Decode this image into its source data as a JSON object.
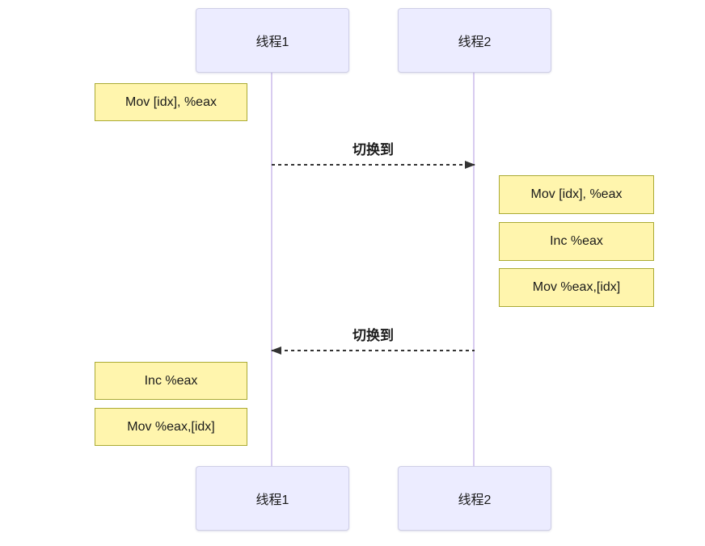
{
  "diagram": {
    "type": "sequence-diagram",
    "colors": {
      "background": "#FFFFFF",
      "actor_fill": "#ECECFF",
      "actor_border": "#CFCFE6",
      "lifeline": "#D8CCF0",
      "note_fill": "#FFF5AD",
      "note_border": "#AAAA33",
      "message_line": "#333333",
      "text": "#1A1A1A"
    },
    "actors": [
      {
        "label": "线程1"
      },
      {
        "label": "线程2"
      }
    ],
    "notes": [
      {
        "text": "Mov [idx], %eax",
        "side": "left",
        "actor": "线程1"
      },
      {
        "text": "Mov [idx], %eax",
        "side": "right",
        "actor": "线程2"
      },
      {
        "text": "Inc %eax",
        "side": "right",
        "actor": "线程2"
      },
      {
        "text": "Mov %eax,[idx]",
        "side": "right",
        "actor": "线程2"
      },
      {
        "text": "Inc %eax",
        "side": "left",
        "actor": "线程1"
      },
      {
        "text": "Mov %eax,[idx]",
        "side": "left",
        "actor": "线程1"
      }
    ],
    "messages": [
      {
        "label": "切换到",
        "from": "线程1",
        "to": "线程2",
        "line": "dashed",
        "direction": "right"
      },
      {
        "label": "切换到",
        "from": "线程2",
        "to": "线程1",
        "line": "dashed",
        "direction": "left"
      }
    ]
  }
}
